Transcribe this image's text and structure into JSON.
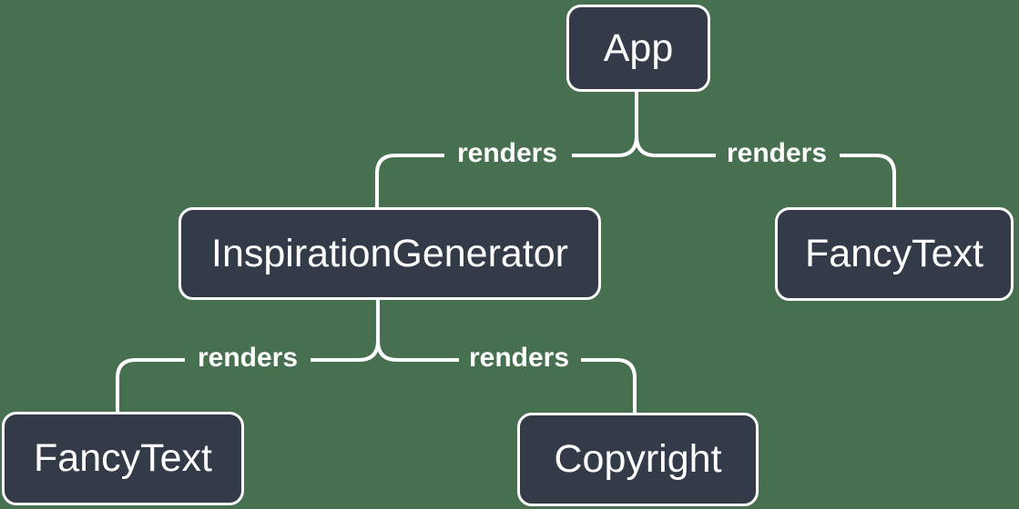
{
  "colors": {
    "background": "#477050",
    "node_fill": "#333B48",
    "node_border": "#FFFFFF",
    "edge_line": "#FFFFFF",
    "text": "#FFFFFF"
  },
  "diagram": {
    "type": "tree",
    "nodes": [
      {
        "id": "app",
        "label": "App"
      },
      {
        "id": "inspiration-generator",
        "label": "InspirationGenerator"
      },
      {
        "id": "fancy-text-right",
        "label": "FancyText"
      },
      {
        "id": "fancy-text-left",
        "label": "FancyText"
      },
      {
        "id": "copyright",
        "label": "Copyright"
      }
    ],
    "edges": [
      {
        "from": "App",
        "to": "InspirationGenerator",
        "label": "renders"
      },
      {
        "from": "App",
        "to": "FancyText",
        "label": "renders"
      },
      {
        "from": "InspirationGenerator",
        "to": "FancyText",
        "label": "renders"
      },
      {
        "from": "InspirationGenerator",
        "to": "Copyright",
        "label": "renders"
      }
    ]
  }
}
